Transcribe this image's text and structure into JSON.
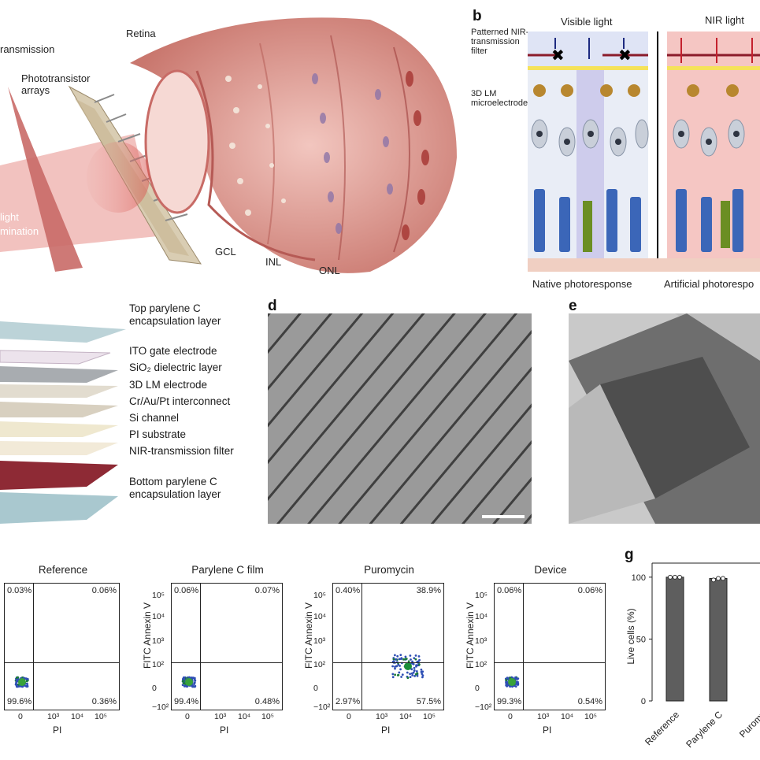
{
  "panel_a": {
    "labels": {
      "transmission": "ransmission",
      "retina": "Retina",
      "phototransistor": "Phototransistor arrays",
      "light": "light",
      "illumination": "mination",
      "gcl": "GCL",
      "inl": "INL",
      "onl": "ONL"
    }
  },
  "panel_b": {
    "letter": "b",
    "visible_light": "Visible light",
    "nir_light": "NIR light",
    "filter_label": "Patterned NIR-transmission filter",
    "electrode_label": "3D LM microelectrode",
    "native": "Native photoresponse",
    "artificial": "Artificial photorespo"
  },
  "panel_c": {
    "layers": [
      "Top parylene C encapsulation layer",
      "ITO gate electrode",
      "SiO₂ dielectric layer",
      "3D LM electrode",
      "Cr/Au/Pt interconnect",
      "Si channel",
      "PI substrate",
      "NIR-transmission filter",
      "Bottom parylene C encapsulation layer"
    ]
  },
  "panel_d": {
    "letter": "d"
  },
  "panel_e": {
    "letter": "e"
  },
  "panel_f": {
    "plots": [
      {
        "title": "Reference",
        "ul": "0.03%",
        "ur": "0.06%",
        "ll": "99.6%",
        "lr": "0.36%",
        "ylabel": "",
        "xlabel": "PI"
      },
      {
        "title": "Parylene C film",
        "ul": "0.06%",
        "ur": "0.07%",
        "ll": "99.4%",
        "lr": "0.48%",
        "ylabel": "FITC Annexin V",
        "xlabel": "PI"
      },
      {
        "title": "Puromycin",
        "ul": "0.40%",
        "ur": "38.9%",
        "ll": "2.97%",
        "lr": "57.5%",
        "ylabel": "FITC Annexin V",
        "xlabel": "PI"
      },
      {
        "title": "Device",
        "ul": "0.06%",
        "ur": "0.06%",
        "ll": "99.3%",
        "lr": "0.54%",
        "ylabel": "FITC Annexin V",
        "xlabel": "PI"
      }
    ],
    "yticks": [
      "10⁵",
      "10⁴",
      "10³",
      "10²",
      "0",
      "−10²"
    ],
    "xticks": [
      "0",
      "10³",
      "10⁴",
      "10⁵"
    ]
  },
  "chart_data": {
    "type": "bar",
    "letter": "g",
    "categories": [
      "Reference",
      "Parylene C",
      "Puromy"
    ],
    "values": [
      100,
      99
    ],
    "ylabel": "Live cells (%)",
    "yticks": [
      "0",
      "50",
      "100"
    ],
    "ylim": [
      0,
      105
    ]
  }
}
